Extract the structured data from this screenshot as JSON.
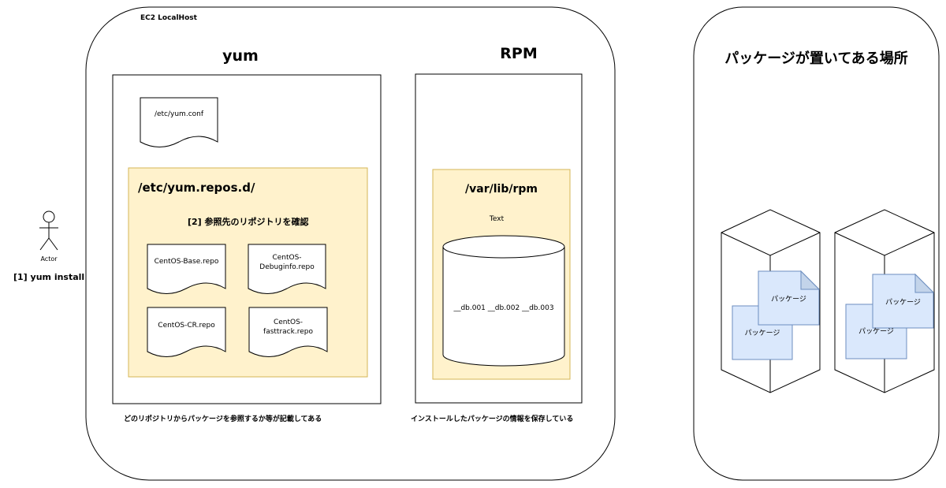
{
  "ec2": {
    "label": "EC2 LocalHost"
  },
  "yum": {
    "title": "yum",
    "conf_file": "/etc/yum.conf",
    "repos_dir": "/etc/yum.repos.d/",
    "step2": "[2] 参照先のリポジトリを確認",
    "repo_files": [
      "CentOS-Base.repo",
      "CentOS-\nDebuginfo.repo",
      "CentOS-CR.repo",
      "CentOS-\nfasttrack.repo"
    ],
    "description": "どのリポジトリからパッケージを参照するか等が記載してある"
  },
  "rpm": {
    "title": "RPM",
    "dir": "/var/lib/rpm",
    "text_label": "Text",
    "db_files": "__db.001 __db.002 __db.003",
    "description": "インストールしたパッケージの情報を保存している"
  },
  "actor": {
    "label": "Actor",
    "step1": "[1] yum install"
  },
  "package_location": {
    "title": "パッケージが置いてある場所",
    "package_label": "パッケージ"
  },
  "colors": {
    "repos_fill": "#fff2cc",
    "repos_border": "#d6b656",
    "package_fill": "#dae8fc",
    "package_border": "#6c8ebf"
  }
}
